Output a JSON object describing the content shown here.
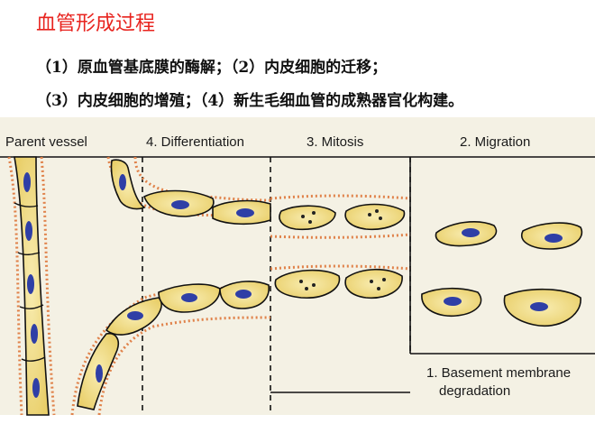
{
  "slide": {
    "title": "血管形成过程",
    "line1": "（1）原血管基底膜的酶解；（2）内皮细胞的迁移；",
    "line2": "（3）内皮细胞的增殖；（4）新生毛细血管的成熟器官化构建。"
  },
  "diagram": {
    "label_parent": "Parent vessel",
    "label_differentiation": "4. Differentiation",
    "label_mitosis": "3. Mitosis",
    "label_migration": "2. Migration",
    "label_basement_1": "1. Basement membrane",
    "label_basement_2": "degradation",
    "colors": {
      "background": "#f4f1e4",
      "cell_fill": "#f1dd86",
      "nucleus": "#2f3fa6",
      "membrane_dots": "#e0824a",
      "outline": "#111111"
    }
  }
}
